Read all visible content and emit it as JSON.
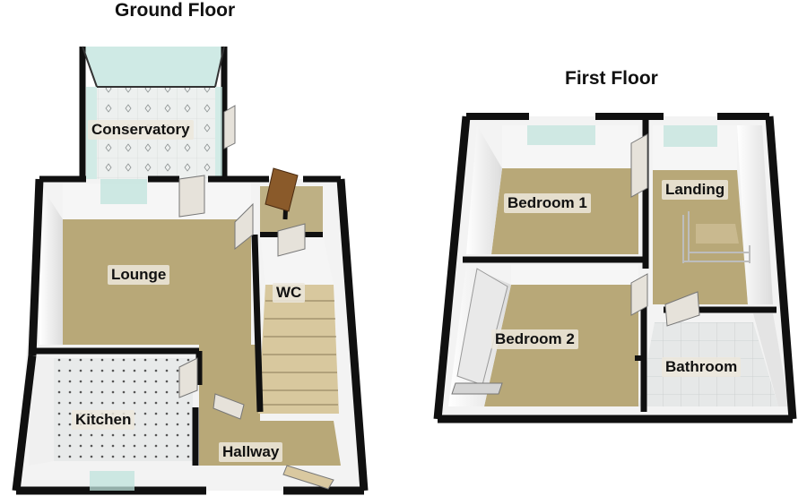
{
  "floors": [
    {
      "title": "Ground Floor",
      "rooms": [
        "Conservatory",
        "Lounge",
        "WC",
        "Kitchen",
        "Hallway"
      ]
    },
    {
      "title": "First Floor",
      "rooms": [
        "Bedroom 1",
        "Landing",
        "Bedroom 2",
        "Bathroom"
      ]
    }
  ],
  "colors": {
    "wall": "#101010",
    "wall_inner": "#f4f4f4",
    "carpet": "#b8a878",
    "tile": "#e4e6e6",
    "glass": "#bfe3dc",
    "stairs": "#d8c89e",
    "door": "#e6e2da"
  }
}
